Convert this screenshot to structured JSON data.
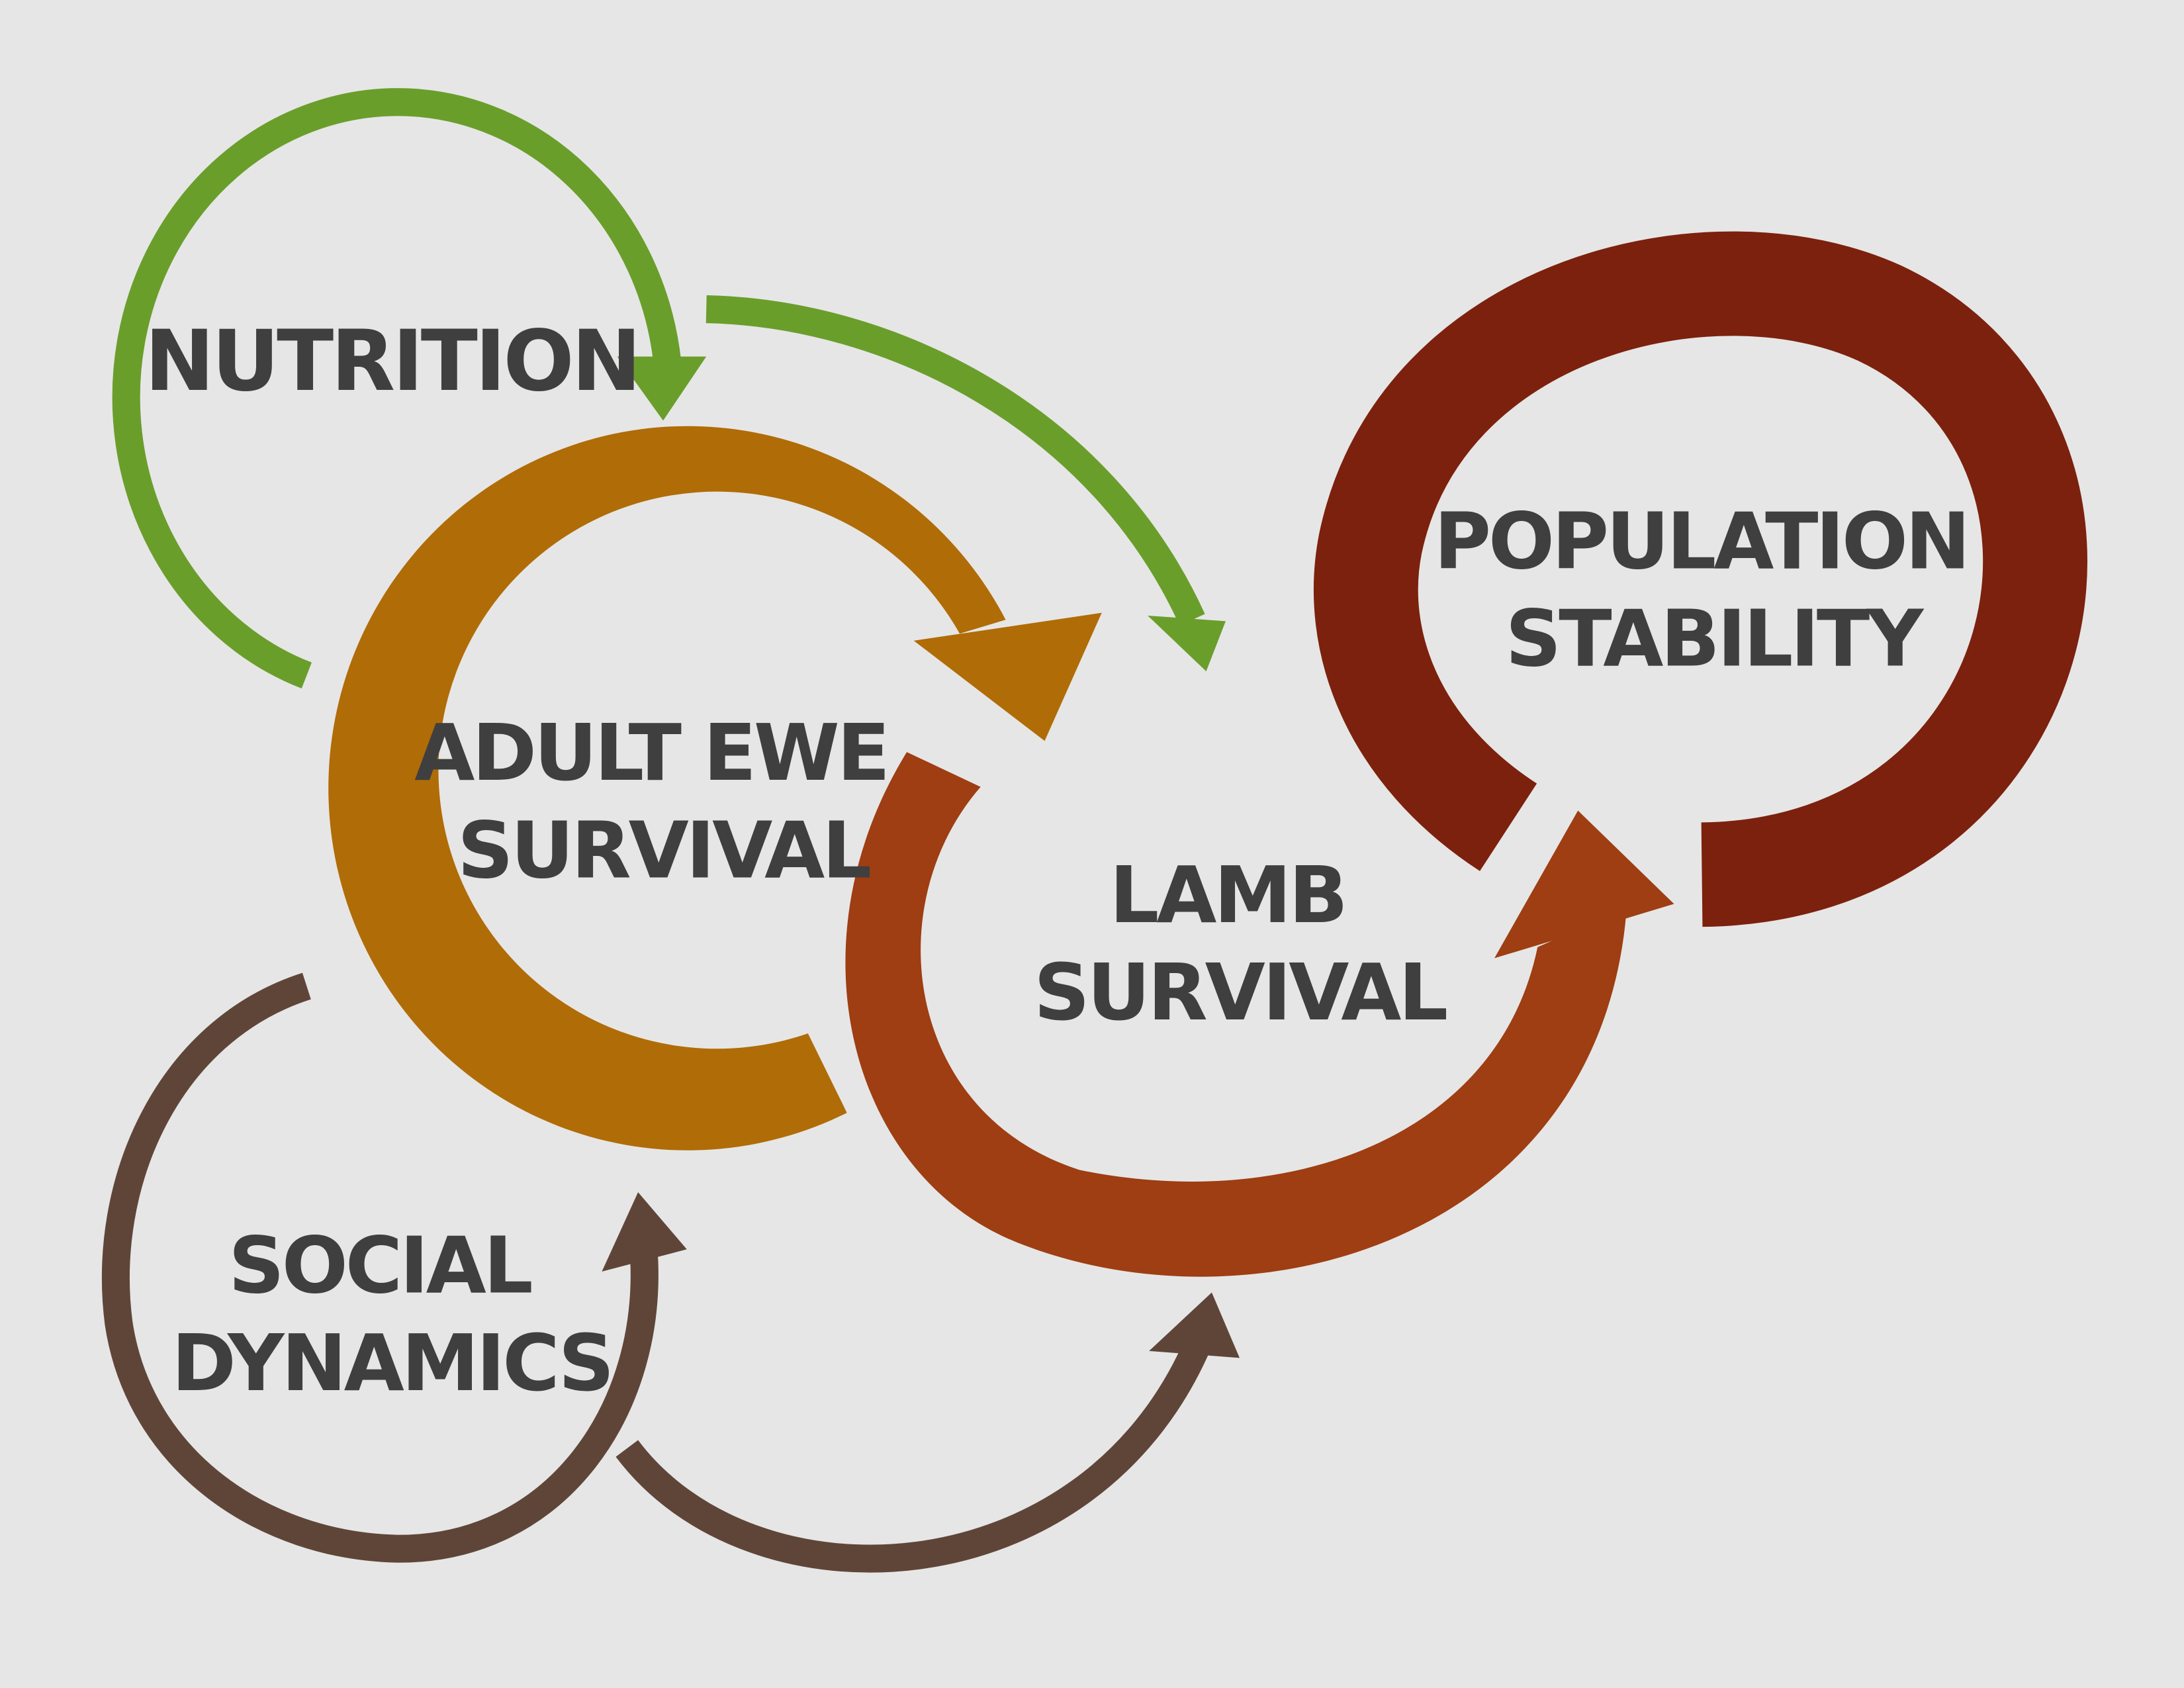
{
  "background": "#e6e6e6",
  "text_color": "#3f3f3f",
  "colors": {
    "nutrition": "#6a9e2b",
    "adult_ewe": "#b06c07",
    "lamb": "#9e3e12",
    "population": "#7c210d",
    "social": "#5f4538"
  },
  "nodes": {
    "nutrition": {
      "lines": [
        "NUTRITION"
      ]
    },
    "adult_ewe": {
      "lines": [
        "ADULT EWE",
        "SURVIVAL"
      ]
    },
    "lamb": {
      "lines": [
        "LAMB",
        "SURVIVAL"
      ]
    },
    "population": {
      "lines": [
        "POPULATION",
        "STABILITY"
      ]
    },
    "social": {
      "lines": [
        "SOCIAL",
        "DYNAMICS"
      ]
    }
  }
}
